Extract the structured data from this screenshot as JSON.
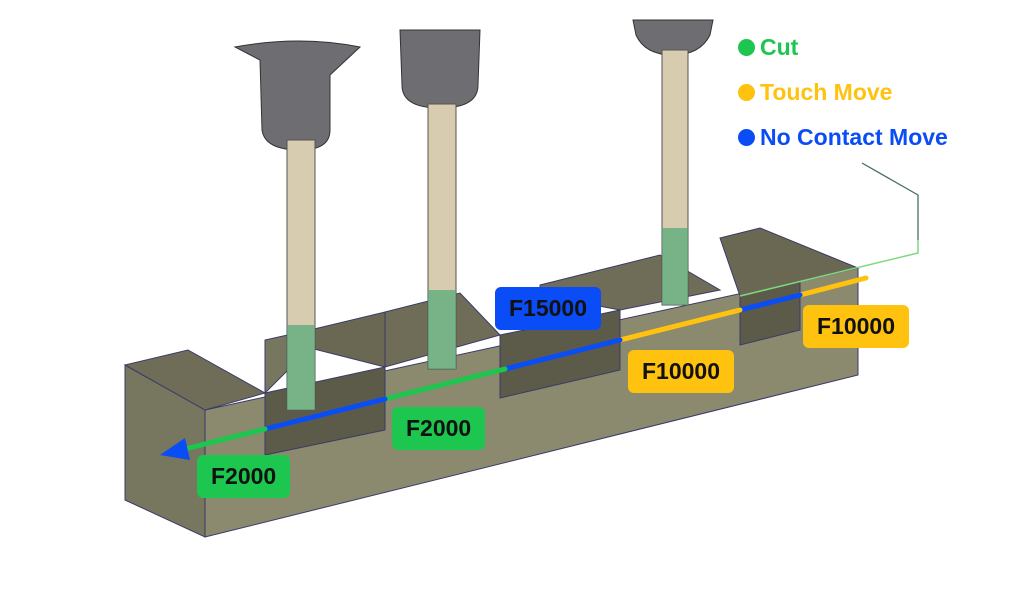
{
  "legend": [
    {
      "label": "Cut",
      "color": "#1dc64f"
    },
    {
      "label": "Touch Move",
      "color": "#ffc20e"
    },
    {
      "label": "No Contact Move",
      "color": "#0a4cf5"
    }
  ],
  "labels": {
    "f2000_left": "F2000",
    "f2000_mid": "F2000",
    "f15000": "F15000",
    "f10000_mid": "F10000",
    "f10000_right": "F10000"
  }
}
